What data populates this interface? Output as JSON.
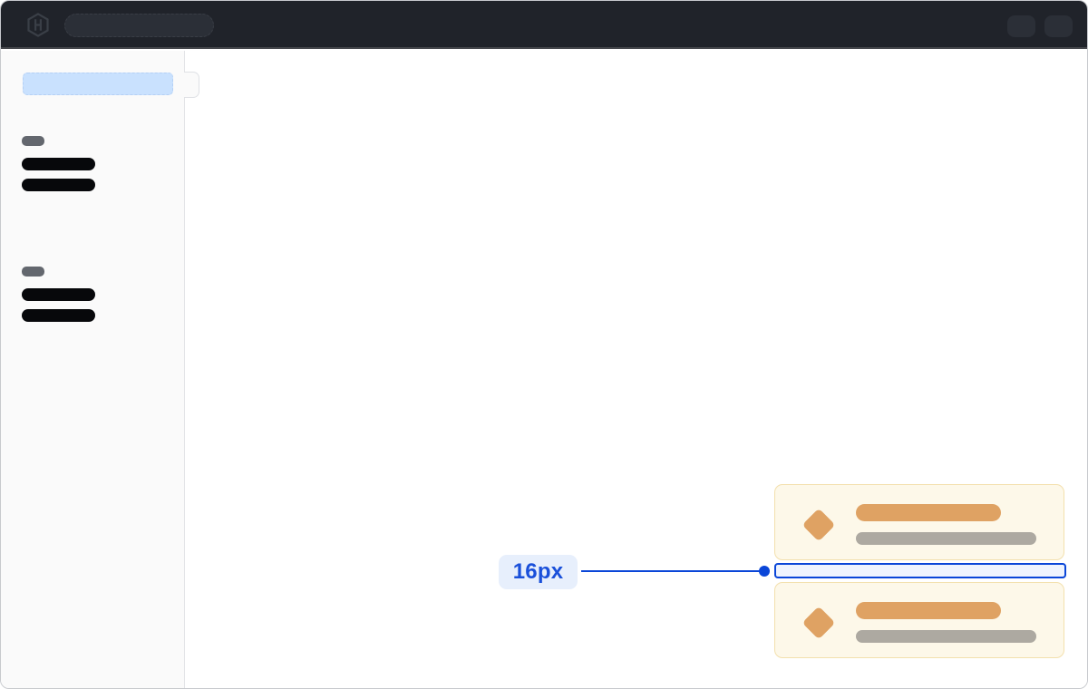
{
  "window": {
    "frame_border_color": "#c7c9cd",
    "background": "#ffffff"
  },
  "topbar": {
    "background": "#20232a",
    "logo_icon": "hashicorp-logo-icon",
    "logo_color": "#3a3f47",
    "search_skeleton_color": "#2b2f37",
    "action_buttons": [
      {
        "name": "topbar-action-skeleton-1",
        "color": "#2b2f37"
      },
      {
        "name": "topbar-action-skeleton-2",
        "color": "#2b2f37"
      }
    ]
  },
  "sidebar": {
    "background": "#fafafa",
    "selected_item_color": "#c9e1fe",
    "heading_skeleton_color": "#63676e",
    "nav_item_skeleton_color": "#07080b",
    "groups": [
      {
        "heading_bars": 1,
        "item_bars": 2
      },
      {
        "heading_bars": 1,
        "item_bars": 2
      }
    ],
    "toggle_handle": true
  },
  "cards": {
    "count": 2,
    "background": "#fdf8e9",
    "border_color": "#f3e0ad",
    "icon": "diamond-icon",
    "icon_color": "#dfa263",
    "title_skeleton_color": "#dfa263",
    "subtitle_skeleton_color": "#ada9a1"
  },
  "measurement": {
    "label": "16px",
    "accent_color": "#0a46d8",
    "pill_background": "#e7effc",
    "pill_text_color": "#1a50da",
    "gap_fill_color": "#eff4fe"
  }
}
